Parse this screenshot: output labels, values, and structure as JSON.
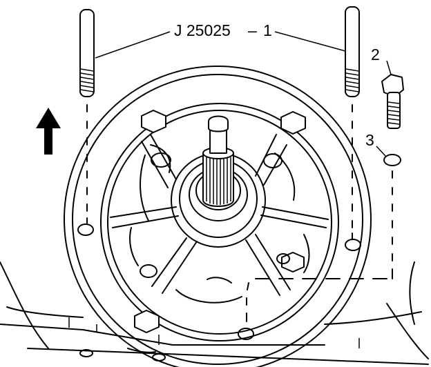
{
  "labels": {
    "tool": "J 25025",
    "dash": "–",
    "callout_1": "1",
    "callout_2": "2",
    "callout_3": "3"
  },
  "colors": {
    "line": "#000000",
    "background": "#ffffff"
  },
  "icons": {
    "direction_arrow": "up-arrow-icon"
  }
}
